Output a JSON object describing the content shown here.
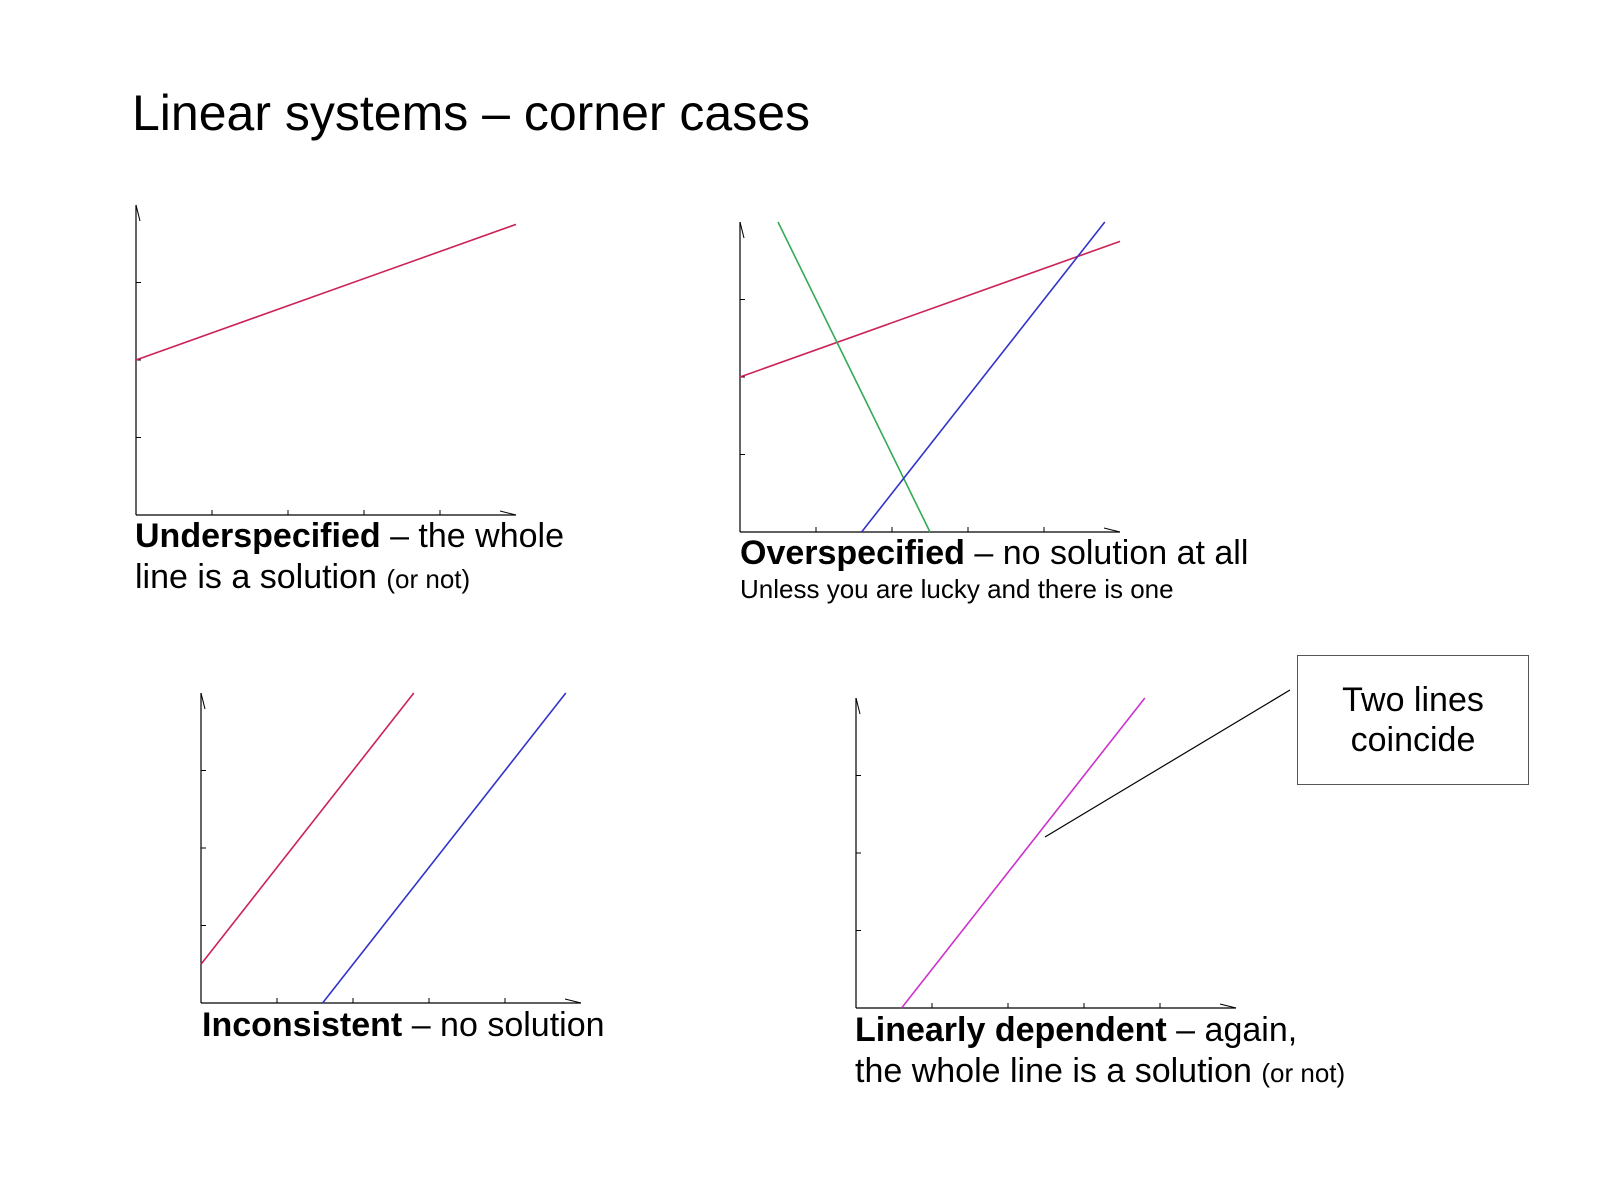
{
  "title": "Linear systems – corner cases",
  "colors": {
    "red": "#cc2255",
    "blue": "#3333cc",
    "green": "#33aa55",
    "magenta": "#cc33cc",
    "axis": "#000000"
  },
  "captions": {
    "underspecified": {
      "bold": "Underspecified",
      "rest": " – the whole",
      "line2": "line is a solution ",
      "small": "(or not)"
    },
    "overspecified": {
      "bold": "Overspecified",
      "rest": " – no solution at all",
      "sub": "Unless you are lucky and there is one"
    },
    "inconsistent": {
      "bold": "Inconsistent",
      "rest": " – no solution"
    },
    "linearly_dependent": {
      "bold": "Linearly dependent",
      "rest": " – again,",
      "line2": "the whole line is a solution ",
      "small": "(or not)"
    }
  },
  "callout": {
    "text": "Two lines coincide"
  },
  "chart_data": [
    {
      "type": "line",
      "xlim": [
        0,
        5
      ],
      "ylim": [
        0,
        4
      ],
      "xticks": [
        1,
        2,
        3,
        4
      ],
      "yticks": [
        1,
        2,
        3
      ],
      "series": [
        {
          "color": "red",
          "points": [
            [
              0,
              2
            ],
            [
              5,
              3.75
            ]
          ]
        }
      ]
    },
    {
      "type": "line",
      "xlim": [
        0,
        5
      ],
      "ylim": [
        0,
        4
      ],
      "xticks": [
        1,
        2,
        3,
        4
      ],
      "yticks": [
        1,
        2,
        3
      ],
      "series": [
        {
          "color": "red",
          "points": [
            [
              0,
              2
            ],
            [
              5,
              3.75
            ]
          ]
        },
        {
          "color": "green",
          "points": [
            [
              0.5,
              4.0
            ],
            [
              2.5,
              0
            ]
          ]
        },
        {
          "color": "blue",
          "points": [
            [
              1.6,
              0
            ],
            [
              4.8,
              4.0
            ]
          ]
        }
      ]
    },
    {
      "type": "line",
      "xlim": [
        0,
        5
      ],
      "ylim": [
        0,
        4
      ],
      "xticks": [
        1,
        2,
        3,
        4
      ],
      "yticks": [
        1,
        2,
        3
      ],
      "series": [
        {
          "color": "red",
          "points": [
            [
              0,
              0.5
            ],
            [
              2.8,
              4.0
            ]
          ]
        },
        {
          "color": "blue",
          "points": [
            [
              1.6,
              0
            ],
            [
              4.8,
              4.0
            ]
          ]
        }
      ]
    },
    {
      "type": "line",
      "xlim": [
        0,
        5
      ],
      "ylim": [
        0,
        4
      ],
      "xticks": [
        1,
        2,
        3,
        4
      ],
      "yticks": [
        1,
        2,
        3
      ],
      "series": [
        {
          "color": "magenta",
          "points": [
            [
              0.6,
              0
            ],
            [
              3.8,
              4.0
            ]
          ]
        }
      ]
    }
  ]
}
